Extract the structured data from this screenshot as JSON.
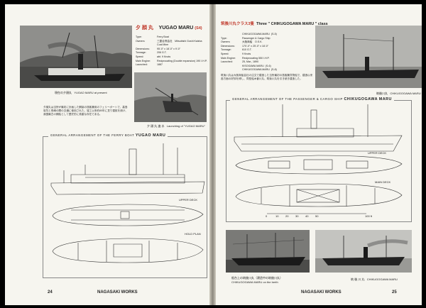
{
  "left_page": {
    "photo1_caption_jp": "現在の夕顔丸",
    "photo1_caption_en": "YUGAO MARU  at present",
    "title_jp": "夕 顔 丸",
    "title_en": "YUGAO MARU",
    "title_number": "(S4)",
    "specs": [
      {
        "label": "Type:",
        "value": "Ferry Boat"
      },
      {
        "label": "Owners:",
        "value": "三菱合資会社　Mitsubishi Goshi Kaisha"
      },
      {
        "label": "",
        "value": "Coal Mine"
      },
      {
        "label": "Dimensions:",
        "value": "95'-0\" x 18'-0\" x 9'-0\""
      },
      {
        "label": "Tonnage:",
        "value": "206 G.T."
      },
      {
        "label": "Speed:",
        "value": "abt. 9 Knots"
      },
      {
        "label": "Main Engine:",
        "value": "Reciprocating (Double expansion) 190 I.H.P."
      },
      {
        "label": "Launched:",
        "value": "1887"
      }
    ],
    "photo2_caption_jp": "夕 顔 丸 進 水",
    "photo2_caption_en": "Launching of \"YUGAO MARU\"",
    "body_jp": "夕顔丸は当所が最初に計画した鋼製の旅客兼用のフェリーボートで、高島炭坑と長崎の間の交通に使用された。竣工以来約80年に亘り運航を続け、我国最古の鋼船として歴史的に貴重な存在である。",
    "ga_banner": "GENERAL  ARRANGEMENT  OF  THE  FERRY  BOAT",
    "ga_banner_name": "YUGAO  MARU",
    "label_upper_deck": "UPPER DECK",
    "label_hold_plan": "HOLD PLAN",
    "folio_number": "24",
    "folio_title": "NAGASAKI  WORKS"
  },
  "right_page": {
    "title_jp": "筑後川丸クラス3隻",
    "title_en": "Three \" CHIKUGOGAWA MARU \" class",
    "specs": [
      {
        "label": "",
        "value": "CHIKUGOGAWA MARU  (S-5)"
      },
      {
        "label": "Type:",
        "value": "Passenger & Cargo Ship"
      },
      {
        "label": "Owners:",
        "value": "大阪商船　O.S.K."
      },
      {
        "label": "Dimensions:",
        "value": "170'-0\" x 25'-0\" x 18'-0\""
      },
      {
        "label": "Tonnage:",
        "value": "610 G.T."
      },
      {
        "label": "Speed:",
        "value": "9 Knots"
      },
      {
        "label": "Main Engine:",
        "value": "Reciprocating 550 I.H.P."
      },
      {
        "label": "Launched:",
        "value": "25, Mar., 1890"
      },
      {
        "label": "",
        "value": "KISOGAWA MARU  (S-6)"
      },
      {
        "label": "",
        "value": "CHIKUGOGAWA MARU  (S-8)"
      }
    ],
    "body_jp": "筑後川丸は大阪商船会社の注文で建造した当所最初の旅客兼貨物船で、建造以来各方面の好評を博し、同型船木曽川丸、筑後川丸を引き続き建造した。",
    "photo1_caption_jp": "筑後川丸",
    "photo1_caption_en": "CHIKUGOGAWA MARU",
    "ga_banner": "GENERAL  ARRANGEMENT  OF  THE  PASSENGER & CARGO  SHIP",
    "ga_banner_name": "CHIKUGOGAWA  MARU",
    "label_upper_deck": "UPPER DECK",
    "label_main_deck": "MAIN DECK",
    "scale_ticks": [
      "0",
      "10",
      "20",
      "30",
      "40",
      "50",
      "",
      "",
      "",
      "",
      "100 ft"
    ],
    "photo2_caption_jp": "船台上の筑後川丸（建造中の筑後川丸）",
    "photo2_caption_en": "CHIKUGOGAWA MARU on the berth",
    "photo3_caption_jp": "筑 後 川 丸",
    "photo3_caption_en": "CHIKUGOGAWA MARU",
    "folio_title": "NAGASAKI  WORKS",
    "folio_number": "25"
  }
}
